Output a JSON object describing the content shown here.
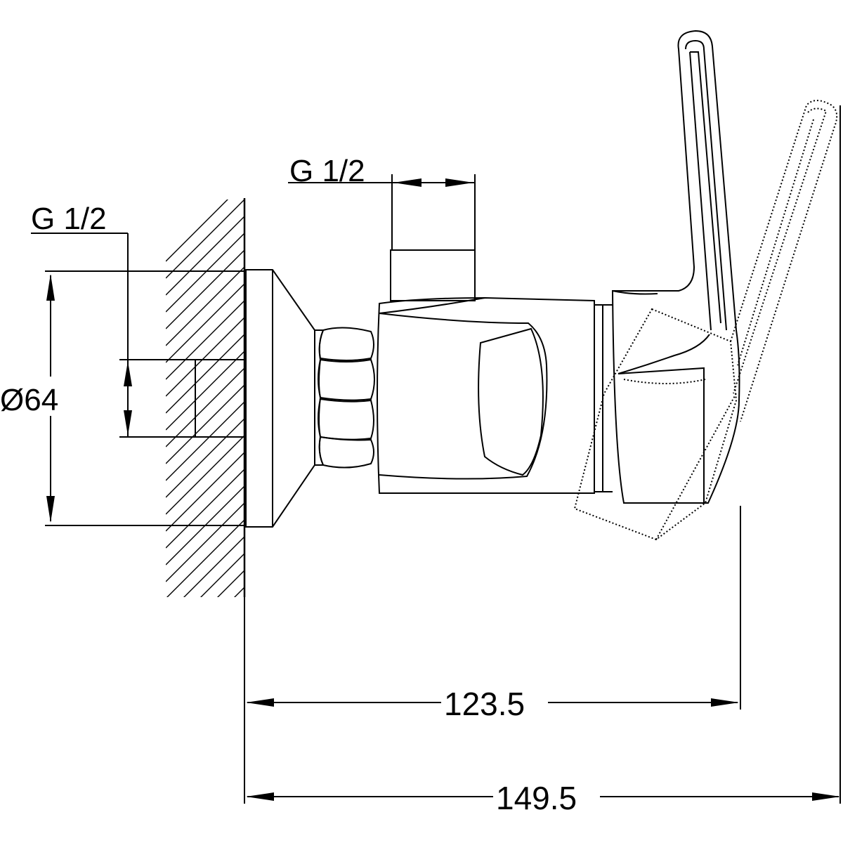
{
  "labels": {
    "thread_left": "G 1/2",
    "thread_top": "G 1/2",
    "diameter": "Ø64",
    "dim_body": "123.5",
    "dim_total": "149.5"
  }
}
